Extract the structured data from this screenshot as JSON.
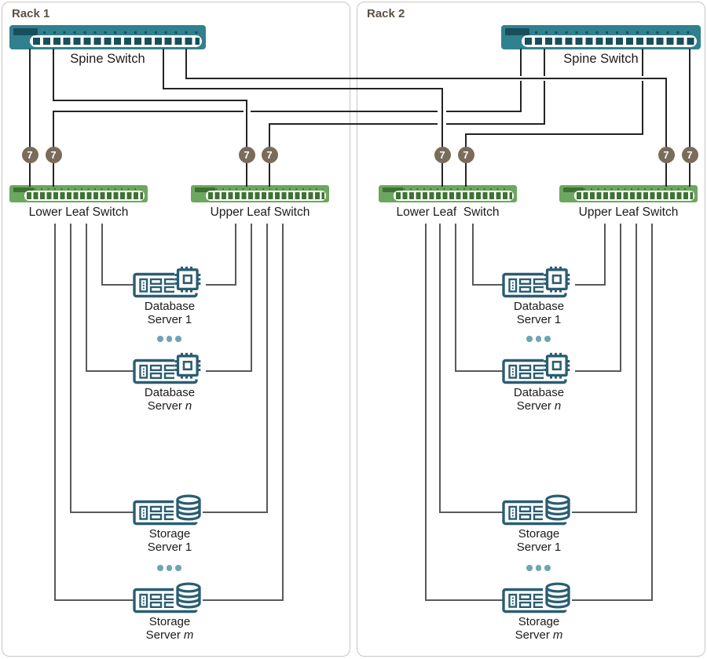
{
  "racks": [
    {
      "title": "Rack 1",
      "spine": {
        "label": "Spine Switch"
      },
      "leaves": [
        {
          "label": "Lower Leaf Switch"
        },
        {
          "label": "Upper Leaf Switch"
        }
      ],
      "servers": [
        {
          "line1": "Database",
          "line2": "Server",
          "suffix": "1",
          "suffix_class": "sfx"
        },
        {
          "line1": "Database",
          "line2": "Server",
          "suffix": "n",
          "suffix_class": "sfx it"
        },
        {
          "line1": "Storage",
          "line2": "Server",
          "suffix": "1",
          "suffix_class": "sfx"
        },
        {
          "line1": "Storage",
          "line2": "Server",
          "suffix": "m",
          "suffix_class": "sfx it"
        }
      ]
    },
    {
      "title": "Rack 2",
      "spine": {
        "label": "Spine Switch"
      },
      "leaves": [
        {
          "label": "Lower Leaf  Switch"
        },
        {
          "label": "Upper Leaf Switch"
        }
      ],
      "servers": [
        {
          "line1": "Database",
          "line2": "Server",
          "suffix": "1",
          "suffix_class": "sfx"
        },
        {
          "line1": "Database",
          "line2": "Server",
          "suffix": "n",
          "suffix_class": "sfx it"
        },
        {
          "line1": "Storage",
          "line2": "Server",
          "suffix": "1",
          "suffix_class": "sfx"
        },
        {
          "line1": "Storage",
          "line2": "Server",
          "suffix": "m",
          "suffix_class": "sfx it"
        }
      ]
    }
  ],
  "link_badge_label": "7",
  "icons": {
    "spine_switch": "switch-ports-icon",
    "leaf_switch": "switch-ports-icon",
    "database_server": "rack-server-with-cpu-icon",
    "storage_server": "rack-server-with-database-cylinder-icon",
    "ellipsis": "more-items-dots-icon"
  },
  "colors": {
    "spine_switch": "#31808F",
    "spine_switch_dark": "#174F5C",
    "leaf_switch": "#6CA75F",
    "leaf_switch_dark": "#3E7233",
    "link_badge": "#7A6B5A",
    "link_line": "#242424",
    "server_line": "#58595B",
    "server_icon": "#2A5D72",
    "ellipsis_dot": "#6FA4B3",
    "rack_border": "#C9C6C3",
    "rack_title": "#5B5244"
  }
}
